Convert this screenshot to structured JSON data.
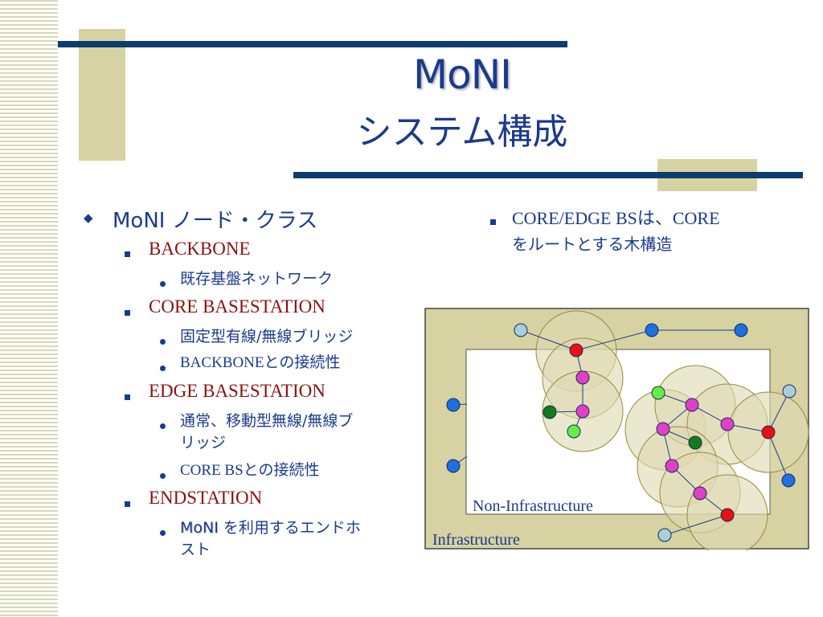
{
  "slide": {
    "title_line1": "MoNI",
    "title_line2": "システム構成"
  },
  "left_list": {
    "heading_moni": "MoNI",
    "heading_rest": " ノード・クラス",
    "items": [
      {
        "label": "BACKBONE",
        "subs": [
          "既存基盤ネットワーク"
        ]
      },
      {
        "label": "CORE BASESTATION",
        "subs": [
          "固定型有線/無線ブリッジ",
          "BACKBONEとの接続性"
        ]
      },
      {
        "label": "EDGE BASESTATION",
        "subs": [
          "通常、移動型無線/無線ブ",
          "リッジ",
          "CORE BSとの接続性"
        ]
      },
      {
        "label": "ENDSTATION",
        "subs": [
          "MoNI",
          " を利用するエンドホ",
          "スト"
        ]
      }
    ]
  },
  "right_list": {
    "line1": "CORE/EDGE BSは、CORE",
    "line2": "をルートとする木構造"
  },
  "diagram": {
    "outer_label": "Infrastructure",
    "inner_label": "Non-Infrastructure",
    "node_colors": {
      "backbone": "#1e6fe0",
      "core": "#a8cfdc",
      "edge": "#e81010",
      "end_magenta": "#e040c8",
      "end_dark_green": "#137a1d",
      "end_light_green": "#66ee44"
    },
    "range_fill": "#ddd8b0",
    "infrastructure_fill": "#d6d2a2"
  },
  "colors": {
    "title": "#1a3a8c",
    "class_label": "#8b1111",
    "accent_bar": "#0f3c6e",
    "tan_block": "#d6d2a2"
  }
}
